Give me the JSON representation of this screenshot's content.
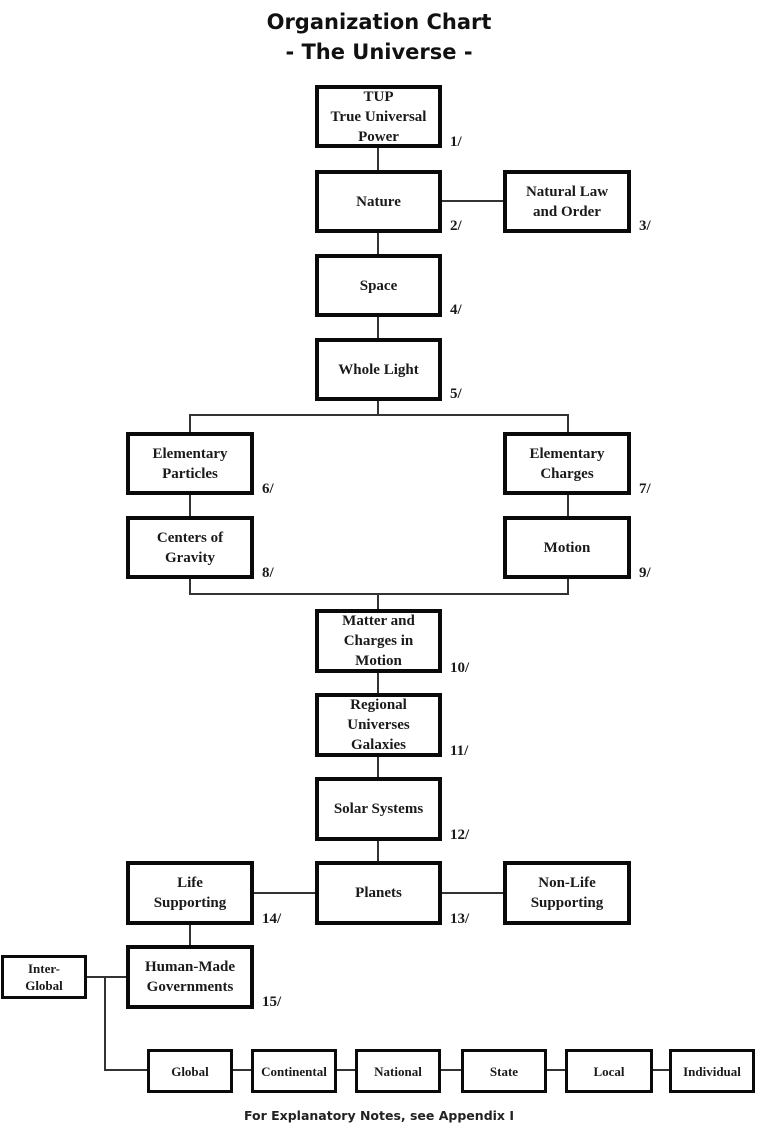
{
  "title": {
    "line1": "Organization Chart",
    "line2": "- The Universe -"
  },
  "nodes": {
    "tup": {
      "label": "TUP\nTrue Universal\nPower",
      "note": "1/"
    },
    "nature": {
      "label": "Nature",
      "note": "2/"
    },
    "natural_law": {
      "label": "Natural Law\nand Order",
      "note": "3/"
    },
    "space": {
      "label": "Space",
      "note": "4/"
    },
    "whole_light": {
      "label": "Whole Light",
      "note": "5/"
    },
    "elementary_particles": {
      "label": "Elementary\nParticles",
      "note": "6/"
    },
    "elementary_charges": {
      "label": "Elementary\nCharges",
      "note": "7/"
    },
    "centers_of_gravity": {
      "label": "Centers of\nGravity",
      "note": "8/"
    },
    "motion": {
      "label": "Motion",
      "note": "9/"
    },
    "matter_charges_motion": {
      "label": "Matter and\nCharges in\nMotion",
      "note": "10/"
    },
    "regional_universes": {
      "label": "Regional\nUniverses\nGalaxies",
      "note": "11/"
    },
    "solar_systems": {
      "label": "Solar Systems",
      "note": "12/"
    },
    "planets": {
      "label": "Planets",
      "note": "13/"
    },
    "life_supporting": {
      "label": "Life\nSupporting",
      "note": "14/"
    },
    "non_life_supporting": {
      "label": "Non-Life\nSupporting"
    },
    "human_made_governments": {
      "label": "Human-Made\nGovernments",
      "note": "15/"
    },
    "inter_global": {
      "label": "Inter-\nGlobal"
    },
    "global": {
      "label": "Global"
    },
    "continental": {
      "label": "Continental"
    },
    "national": {
      "label": "National"
    },
    "state": {
      "label": "State"
    },
    "local": {
      "label": "Local"
    },
    "individual": {
      "label": "Individual"
    }
  },
  "footer": "For Explanatory Notes, see Appendix I"
}
